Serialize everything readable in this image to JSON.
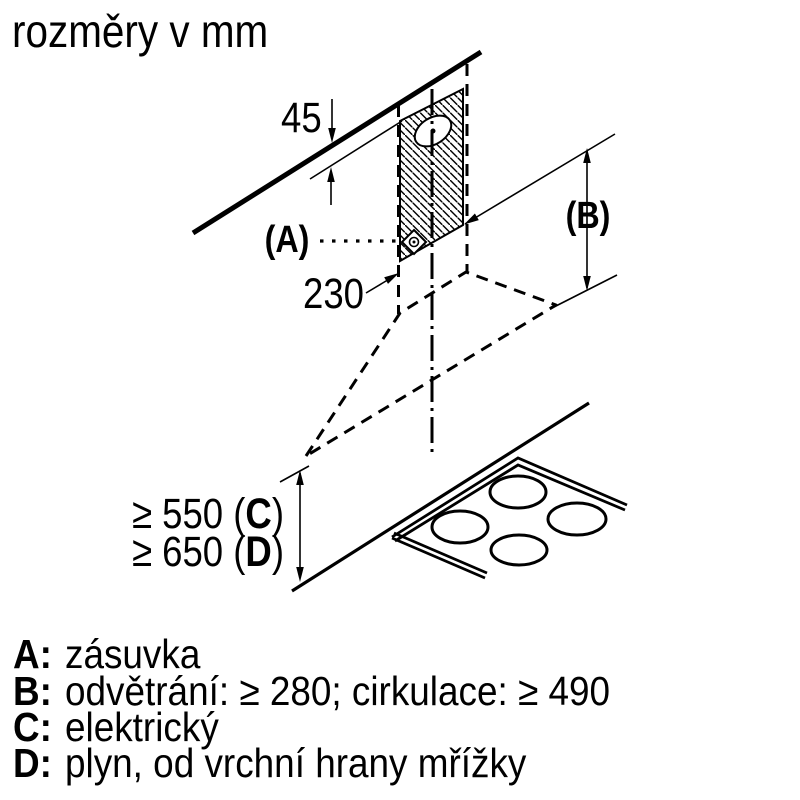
{
  "title": "rozměry v mm",
  "labels": {
    "a": "(A)",
    "b": "(B)",
    "d45": "45",
    "d230": "230"
  },
  "dims": {
    "c_prefix": "≥ 550 (",
    "c_letter": "C",
    "c_suffix": ")",
    "d_prefix": "≥ 650 (",
    "d_letter": "D",
    "d_suffix": ")"
  },
  "legend": [
    {
      "key": "A:",
      "text": "zásuvka"
    },
    {
      "key": "B:",
      "text": "odvětrání: ≥ 280; cirkulace: ≥ 490"
    },
    {
      "key": "C:",
      "text": "elektrický"
    },
    {
      "key": "D:",
      "text": "plyn, od vrchní hrany mřížky"
    }
  ],
  "symbols": {
    "outlet": "power-outlet-symbol",
    "duct_hole": "duct-hole",
    "hood": "hood-dashed-outline",
    "cooktop": "cooktop-4-burners"
  },
  "colors": {
    "ink": "#000000",
    "bg": "#ffffff"
  }
}
